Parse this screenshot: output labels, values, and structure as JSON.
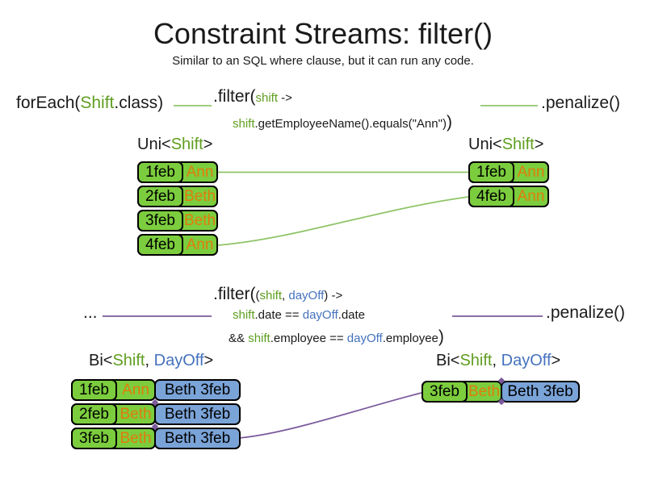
{
  "title": "Constraint Streams: filter()",
  "subtitle": "Similar to an SQL where clause, but it can run any code.",
  "colors": {
    "green_text": "#5f9e20",
    "green_fill": "#7ccd3e",
    "green_line": "#8fc468",
    "orange_text": "#e07c0a",
    "blue_text": "#4472bd",
    "blue_fill": "#7aa3d7",
    "purple_line": "#7a5a9b"
  },
  "top_code": {
    "foreach_pre": "forEach(",
    "foreach_class": "Shift",
    "foreach_post": ".class)",
    "filter_fn": ".filter(",
    "filter_param": "shift",
    "filter_arrow": " ->",
    "body_param": "shift",
    "body_rest": ".getEmployeeName().equals(\"Ann\")",
    "body_close": ")",
    "penalize": ".penalize()"
  },
  "uni_left": {
    "pre": "Uni<",
    "cls": "Shift",
    "post": ">"
  },
  "uni_right": {
    "pre": "Uni<",
    "cls": "Shift",
    "post": ">"
  },
  "mid_code": {
    "ellipsis": "...",
    "filter_fn": ".filter(",
    "paren_open": "(",
    "param1": "shift",
    "comma": ", ",
    "param2": "dayOff",
    "paren_close": ")",
    "arrow": " ->",
    "l2_param1": "shift",
    "l2_mid": ".date == ",
    "l2_param2": "dayOff",
    "l2_end": ".date",
    "l3_and": "&& ",
    "l3_param1": "shift",
    "l3_mid": ".employee == ",
    "l3_param2": "dayOff",
    "l3_end": ".employee",
    "l3_close": ")",
    "penalize": ".penalize()"
  },
  "bi_left": {
    "pre": "Bi<",
    "cls1": "Shift",
    "comma": ", ",
    "cls2": "DayOff",
    "post": ">"
  },
  "bi_right": {
    "pre": "Bi<",
    "cls1": "Shift",
    "comma": ", ",
    "cls2": "DayOff",
    "post": ">"
  },
  "uni_table_left": {
    "rows": [
      {
        "date": "1feb",
        "name": "Ann"
      },
      {
        "date": "2feb",
        "name": "Beth"
      },
      {
        "date": "3feb",
        "name": "Beth"
      },
      {
        "date": "4feb",
        "name": "Ann"
      }
    ]
  },
  "uni_table_right": {
    "rows": [
      {
        "date": "1feb",
        "name": "Ann"
      },
      {
        "date": "4feb",
        "name": "Ann"
      }
    ]
  },
  "bi_table_left": {
    "rows": [
      {
        "date": "1feb",
        "name": "Ann",
        "pair": "Beth 3feb"
      },
      {
        "date": "2feb",
        "name": "Beth",
        "pair": "Beth 3feb"
      },
      {
        "date": "3feb",
        "name": "Beth",
        "pair": "Beth 3feb"
      }
    ]
  },
  "bi_table_right": {
    "rows": [
      {
        "date": "3feb",
        "name": "Beth",
        "pair": "Beth 3feb"
      }
    ]
  }
}
